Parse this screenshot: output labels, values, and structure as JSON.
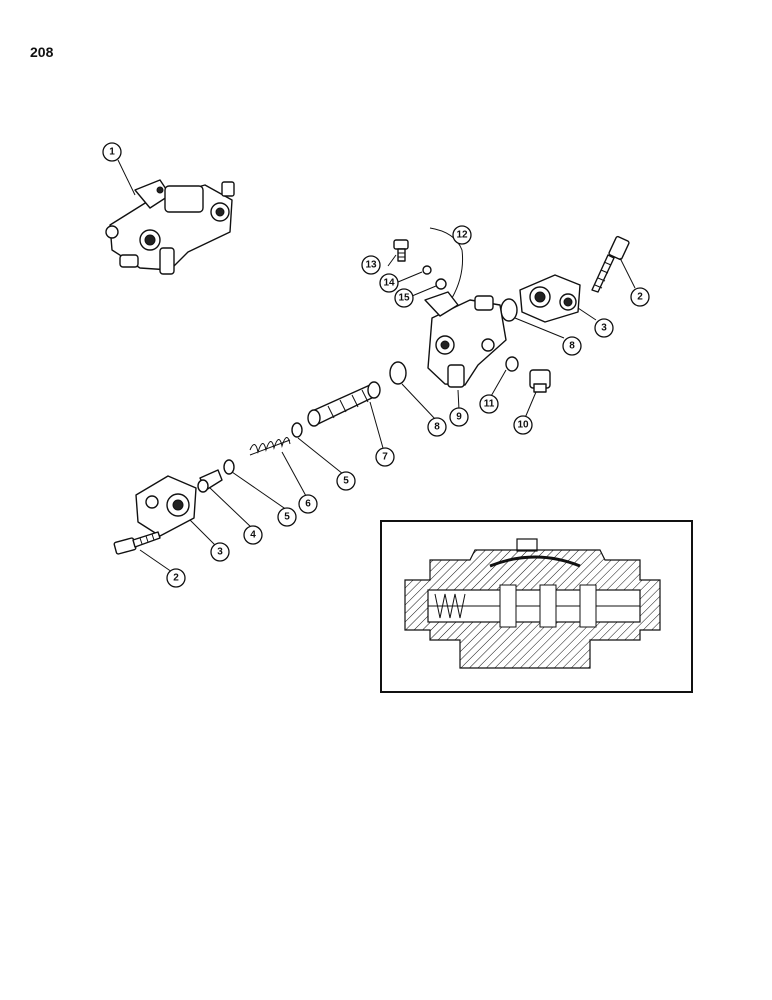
{
  "page_number": "208",
  "callouts": [
    {
      "id": "c1",
      "label": "1"
    },
    {
      "id": "c2a",
      "label": "2"
    },
    {
      "id": "c2b",
      "label": "2"
    },
    {
      "id": "c3a",
      "label": "3"
    },
    {
      "id": "c3b",
      "label": "3"
    },
    {
      "id": "c4",
      "label": "4"
    },
    {
      "id": "c5a",
      "label": "5"
    },
    {
      "id": "c5b",
      "label": "5"
    },
    {
      "id": "c6",
      "label": "6"
    },
    {
      "id": "c7",
      "label": "7"
    },
    {
      "id": "c8a",
      "label": "8"
    },
    {
      "id": "c8b",
      "label": "8"
    },
    {
      "id": "c9",
      "label": "9"
    },
    {
      "id": "c10",
      "label": "10"
    },
    {
      "id": "c11",
      "label": "11"
    },
    {
      "id": "c12",
      "label": "12"
    },
    {
      "id": "c13",
      "label": "13"
    },
    {
      "id": "c14",
      "label": "14"
    },
    {
      "id": "c15",
      "label": "15"
    }
  ]
}
